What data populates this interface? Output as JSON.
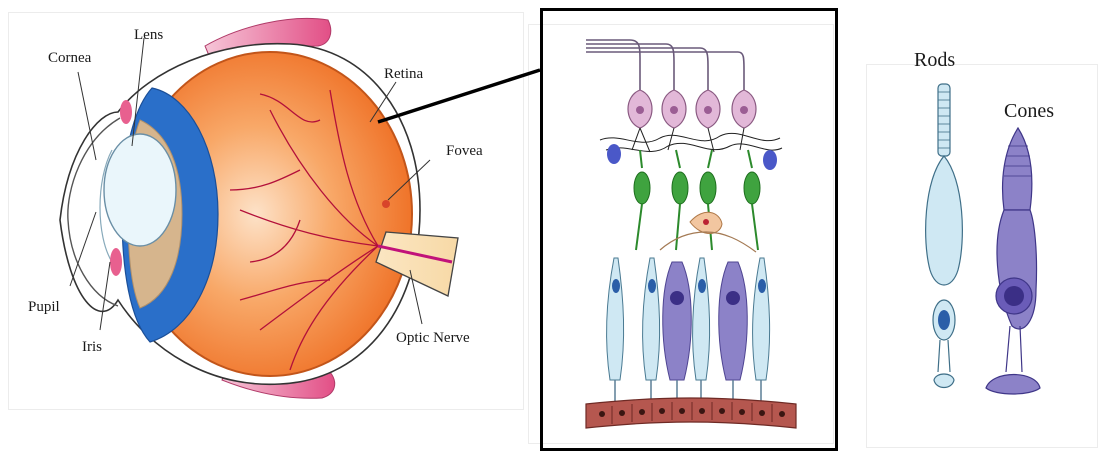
{
  "eye_labels": {
    "cornea": "Cornea",
    "lens": "Lens",
    "retina": "Retina",
    "fovea": "Fovea",
    "pupil": "Pupil",
    "iris": "Iris",
    "optic_nerve": "Optic Nerve"
  },
  "cell_labels": {
    "rods": "Rods",
    "cones": "Cones"
  },
  "colors": {
    "eyeball_orange": "#f07a2a",
    "iris_blue": "#2a6fc9",
    "muscle_pink": "#e8608f",
    "rod_blue": "#bfe0ef",
    "cone_purple": "#8c82c8",
    "ganglion_pink": "#e2b8d8",
    "bipolar_green": "#3fa33f",
    "epithelium_red": "#b5574f"
  }
}
